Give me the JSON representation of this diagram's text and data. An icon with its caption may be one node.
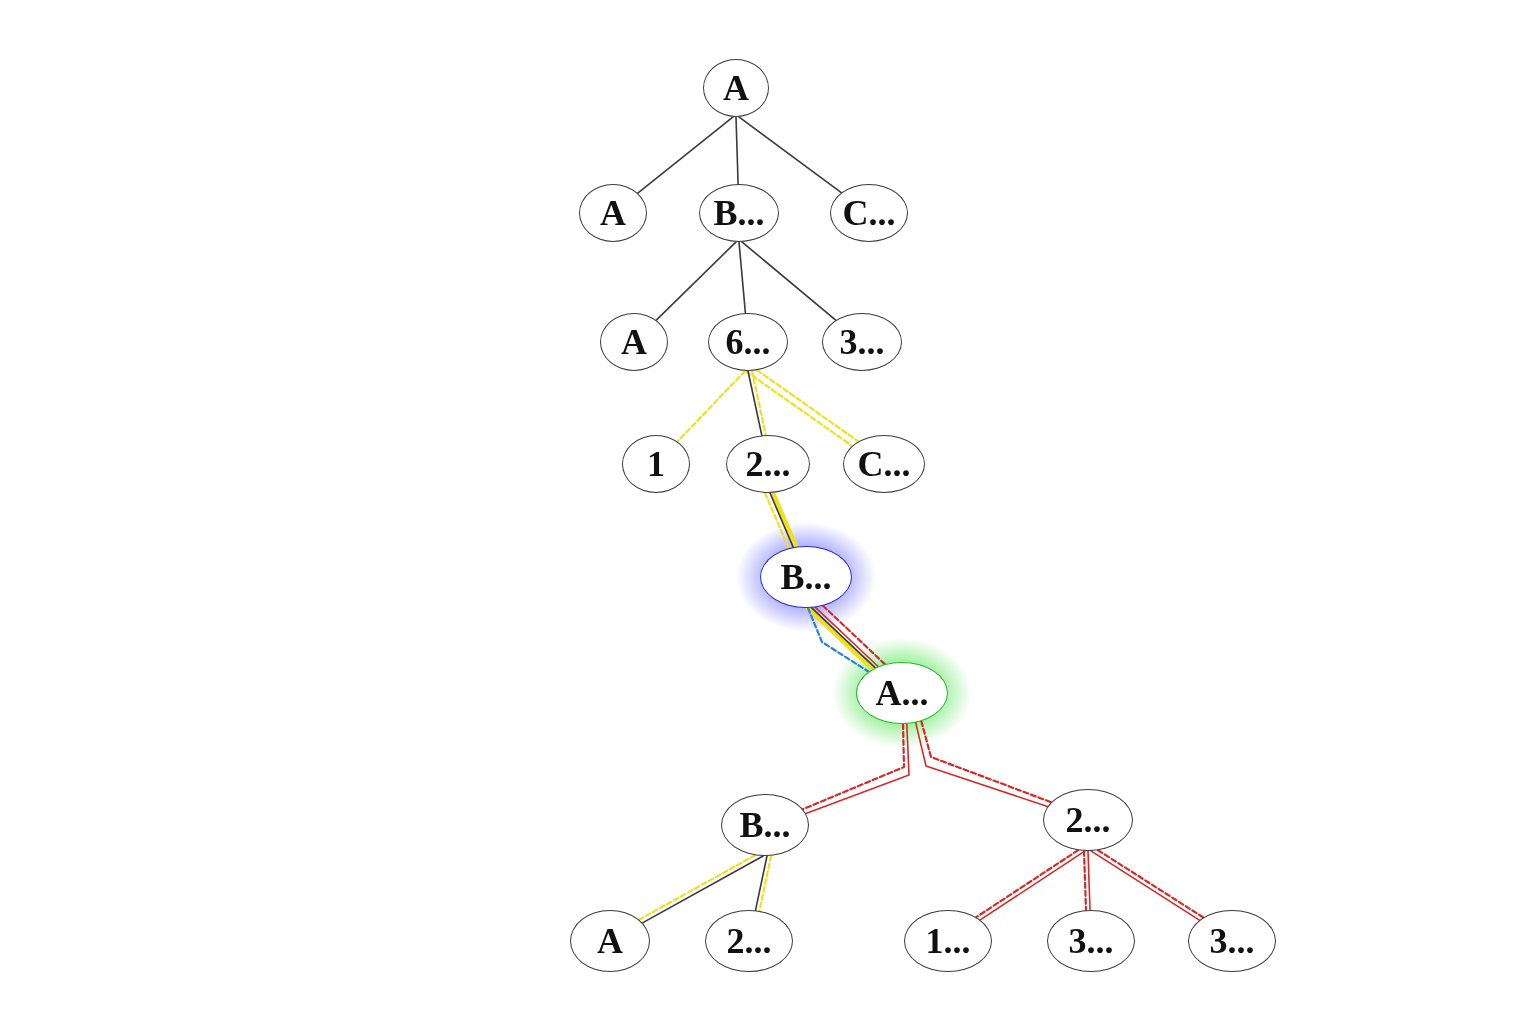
{
  "diagram": {
    "nodes": [
      {
        "text": [
          "A"
        ]
      },
      {
        "text": [
          "A"
        ]
      },
      {
        "text": [
          "B..."
        ]
      },
      {
        "text": [
          "C..."
        ]
      },
      {
        "text": [
          "A"
        ]
      },
      {
        "text": [
          "6..."
        ]
      },
      {
        "text": [
          "3..."
        ]
      },
      {
        "text": [
          "1"
        ]
      },
      {
        "text": [
          "2..."
        ]
      },
      {
        "text": [
          "C..."
        ]
      },
      {
        "text": [
          "B..."
        ]
      },
      {
        "text": [
          "A..."
        ]
      },
      {
        "text": [
          "B..."
        ]
      },
      {
        "text": [
          "2..."
        ]
      },
      {
        "text": [
          "A"
        ]
      },
      {
        "text": [
          "2..."
        ]
      },
      {
        "text": [
          "1..."
        ]
      },
      {
        "text": [
          "3..."
        ]
      },
      {
        "text": [
          "3..."
        ]
      }
    ],
    "edges": [
      {
        "from": 0,
        "to": 1,
        "arrow": "none",
        "color": "#3a3a3a"
      },
      {
        "from": 0,
        "to": 2,
        "arrow": "none",
        "color": "#3a3a3a"
      },
      {
        "from": 0,
        "to": 3,
        "arrow": "none",
        "color": "#3a3a3a"
      },
      {
        "from": 2,
        "to": 4,
        "arrow": "none",
        "color": "#3a3a3a"
      },
      {
        "from": 2,
        "to": 5,
        "arrow": "none",
        "color": "#3a3a3a"
      },
      {
        "from": 2,
        "to": 6,
        "arrow": "none",
        "color": "#3a3a3a"
      },
      {
        "from": 5,
        "to": 7,
        "arrow": "none",
        "style": "dashed",
        "color": "#f0e020"
      },
      {
        "from": 5,
        "to": 8,
        "arrow": "none",
        "color": "#3a3a3a"
      },
      {
        "from": 5,
        "to": 8,
        "arrow": "none",
        "style": "dashed",
        "color": "#f0e020"
      },
      {
        "from": 5,
        "to": 9,
        "arrow": "none",
        "style": "dashed",
        "color": "#f0e020"
      },
      {
        "from": 5,
        "to": 9,
        "arrow": "none",
        "style": "dashed",
        "color": "#f0e020"
      },
      {
        "from": 8,
        "to": 10,
        "arrow": "none",
        "color": "#3a3a3a"
      },
      {
        "from": 8,
        "to": 10,
        "arrow": "none",
        "style": "thick",
        "color": "#f0e020"
      },
      {
        "from": 8,
        "to": 10,
        "arrow": "none",
        "style": "dashed",
        "color": "#f0e020"
      },
      {
        "from": 10,
        "to": 11,
        "arrow": "none",
        "color": "#3a3a3a"
      },
      {
        "from": 10,
        "to": 11,
        "arrow": "none",
        "style": "thick",
        "color": "#f0e020"
      },
      {
        "from": 10,
        "to": 11,
        "arrow": "none",
        "color": "#d42a2a"
      },
      {
        "from": 10,
        "to": 11,
        "arrow": "none",
        "style": "dashed",
        "color": "#2f7fd6"
      },
      {
        "from": 10,
        "to": 11,
        "arrow": "none",
        "style": "dashed",
        "color": "#d42a2a"
      },
      {
        "from": 11,
        "to": 12,
        "arrow": "none",
        "style": "dashed",
        "color": "#d42a2a"
      },
      {
        "from": 11,
        "to": 12,
        "arrow": "none",
        "color": "#d42a2a"
      },
      {
        "from": 11,
        "to": 13,
        "arrow": "none",
        "color": "#d42a2a"
      },
      {
        "from": 11,
        "to": 13,
        "arrow": "none",
        "style": "dashed",
        "color": "#d42a2a"
      },
      {
        "from": 12,
        "to": 14,
        "arrow": "none",
        "color": "#3a3a3a"
      },
      {
        "from": 12,
        "to": 14,
        "arrow": "none",
        "style": "dashed",
        "color": "#f0e020"
      },
      {
        "from": 12,
        "to": 15,
        "arrow": "none",
        "color": "#3a3a3a"
      },
      {
        "from": 12,
        "to": 15,
        "arrow": "none",
        "style": "dashed",
        "color": "#f0e020"
      },
      {
        "from": 13,
        "to": 16,
        "arrow": "none",
        "color": "#d42a2a"
      },
      {
        "from": 13,
        "to": 16,
        "arrow": "none",
        "style": "dashed",
        "color": "#d42a2a"
      },
      {
        "from": 13,
        "to": 17,
        "arrow": "none",
        "color": "#d42a2a"
      },
      {
        "from": 13,
        "to": 17,
        "arrow": "none",
        "style": "dashed",
        "color": "#d42a2a"
      },
      {
        "from": 13,
        "to": 18,
        "arrow": "none",
        "color": "#d42a2a"
      },
      {
        "from": 13,
        "to": 18,
        "arrow": "none",
        "style": "dashed",
        "color": "#d42a2a"
      }
    ]
  }
}
